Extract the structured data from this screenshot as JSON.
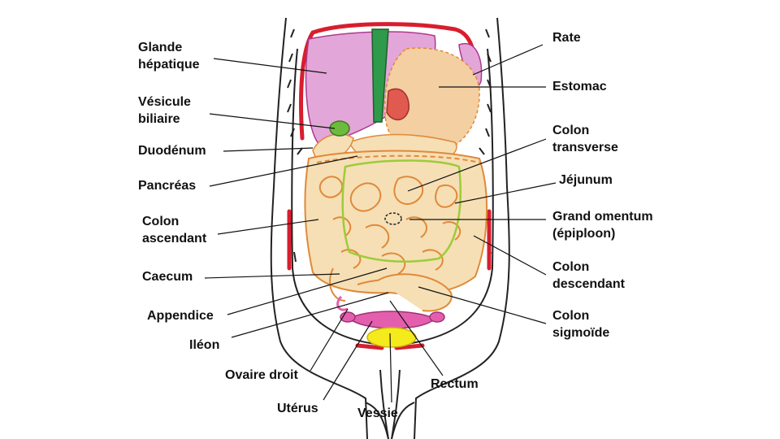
{
  "labels": {
    "glande_hepatique": [
      "Glande",
      "hépatique"
    ],
    "vesicule_biliaire": [
      "Vésicule",
      "biliaire"
    ],
    "duodenum": "Duodénum",
    "pancreas": "Pancréas",
    "colon_ascendant": [
      "Colon",
      "ascendant"
    ],
    "caecum": "Caecum",
    "appendice": "Appendice",
    "ileon": "Iléon",
    "ovaire_droit": "Ovaire droit",
    "uterus": "Utérus",
    "vessie": "Vessie",
    "rectum": "Rectum",
    "rate": "Rate",
    "estomac": "Estomac",
    "colon_transverse": [
      "Colon",
      "transverse"
    ],
    "jejunum": "Jéjunum",
    "grand_omentum": [
      "Grand omentum",
      "(épiploon)"
    ],
    "colon_descendant": [
      "Colon",
      "descendant"
    ],
    "colon_sigmoide": [
      "Colon",
      "sigmoïde"
    ]
  },
  "colors": {
    "outline": "#222222",
    "liver": "#e3a6d9",
    "intestine_fill": "#f6dfb4",
    "intestine_stroke": "#e0893a",
    "omentum": "#9ccc3a",
    "red_muscle": "#d81e2e",
    "stomach_fill": "#f3cfa2",
    "esophagus": "#2e9a4a",
    "bladder": "#f5ea1c",
    "uterus": "#e35fae"
  }
}
